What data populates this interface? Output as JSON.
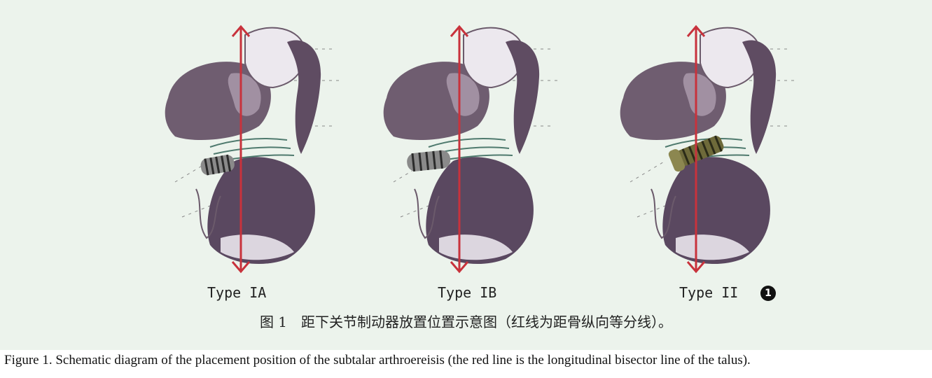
{
  "panels": [
    {
      "label": "Type IA",
      "implant": "screw-horizontal-silver"
    },
    {
      "label": "Type IB",
      "implant": "screw-horizontal-silver"
    },
    {
      "label": "Type II",
      "implant": "screw-oblique-bronze"
    }
  ],
  "marker": "1",
  "caption_cn": "图 1　距下关节制动器放置位置示意图（红线为距骨纵向等分线）。",
  "caption_en": "Figure 1. Schematic diagram of the placement position of the subtalar arthroereisis (the red line is the longitudinal bisector line of the talus).",
  "colors": {
    "background": "#ecf3ec",
    "bisector_line": "#c8323c",
    "bone_dark": "#6b5a6b",
    "bone_light": "#e9e4ea",
    "ligament": "#4f7a6e"
  }
}
